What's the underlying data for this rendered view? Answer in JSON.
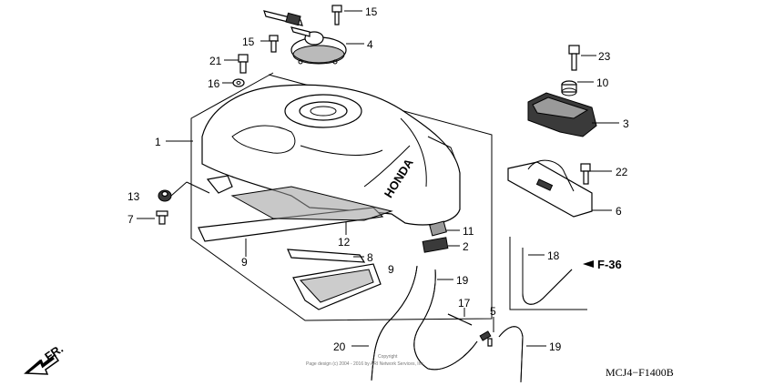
{
  "callouts": {
    "c15a": "15",
    "c15b": "15",
    "c4": "4",
    "c21": "21",
    "c16": "16",
    "c23": "23",
    "c10": "10",
    "c3": "3",
    "c1": "1",
    "c22": "22",
    "c13": "13",
    "c7": "7",
    "c6": "6",
    "c11": "11",
    "c2": "2",
    "c12": "12",
    "c8": "8",
    "c9a": "9",
    "c9b": "9",
    "c18": "18",
    "c19a": "19",
    "c17": "17",
    "c5": "5",
    "c20": "20",
    "c19b": "19"
  },
  "ref": "F-36",
  "front": "FR.",
  "diagram_code": "MCJ4−F1400B",
  "tank_emblem": "HONDA",
  "copyright_line1": "Copyright",
  "copyright_line2": "Page design (c) 2004 - 2016 by ARI Network Services, Inc."
}
